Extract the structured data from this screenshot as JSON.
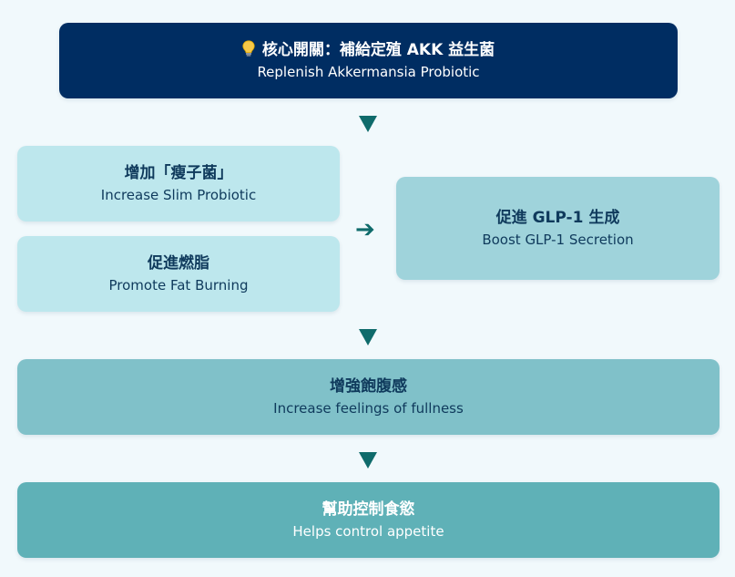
{
  "boxes": {
    "top": {
      "icon": "lightbulb-icon",
      "zh": "核心開關：補給定殖 AKK 益生菌",
      "en": "Replenish Akkermansia Probiotic"
    },
    "slim": {
      "zh": "增加「瘦子菌」",
      "en": "Increase Slim Probiotic"
    },
    "fat": {
      "zh": "促進燃脂",
      "en": "Promote Fat Burning"
    },
    "glp": {
      "zh": "促進 GLP-1 生成",
      "en": "Boost GLP-1 Secretion"
    },
    "fullness": {
      "zh": "增強飽腹感",
      "en": "Increase feelings of fullness"
    },
    "appetite": {
      "zh": "幫助控制食慾",
      "en": "Helps control appetite"
    }
  },
  "colors": {
    "background": "#f1f9fc",
    "top_box": "#002d62",
    "light_box": "#bde7ed",
    "glp_box": "#9fd3db",
    "fullness_box": "#80c1c9",
    "appetite_box": "#5fb1b7",
    "arrow": "#0f6b6b"
  }
}
